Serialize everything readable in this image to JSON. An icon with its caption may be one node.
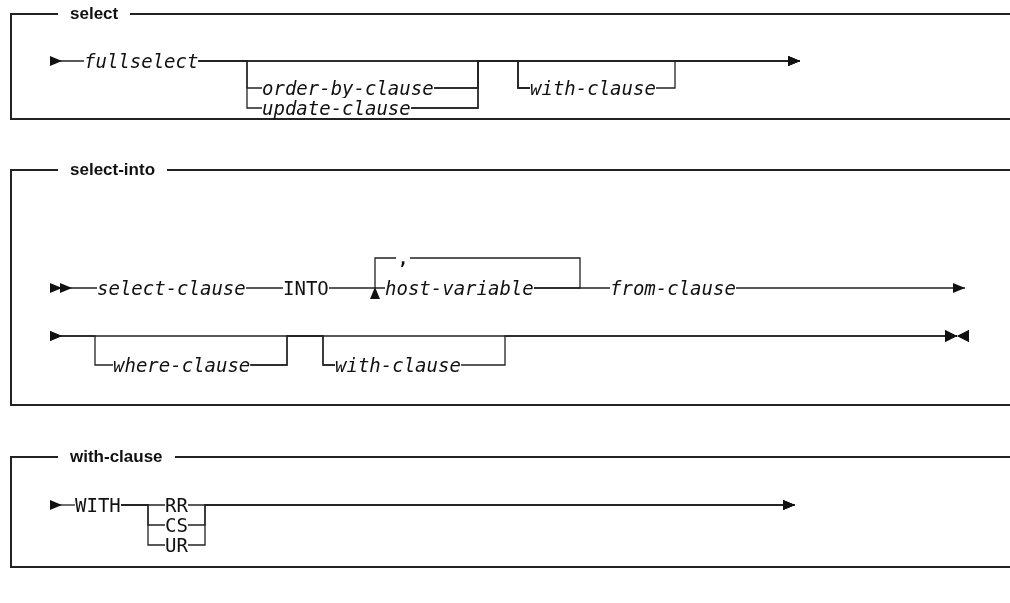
{
  "diagram": {
    "nodes": [
      {
        "text": [
          "select"
        ]
      },
      {
        "text": [
          "fullselect"
        ],
        "in": 0
      },
      {
        "text": [
          "order-by-clause"
        ],
        "in": 0
      },
      {
        "text": [
          "update-clause"
        ],
        "in": 0
      },
      {
        "text": [
          "with-clause"
        ],
        "in": 0
      },
      {
        "text": [
          "select-into"
        ]
      },
      {
        "text": [
          "select-clause"
        ],
        "in": 5
      },
      {
        "text": [
          "INTO"
        ],
        "in": 5
      },
      {
        "text": [
          "host-variable"
        ],
        "in": 5
      },
      {
        "text": [
          "from-clause"
        ],
        "in": 5
      },
      {
        "text": [
          "where-clause"
        ],
        "in": 5
      },
      {
        "text": [
          "with-clause"
        ],
        "in": 5
      },
      {
        "text": [
          "with-clause"
        ]
      },
      {
        "text": [
          "WITH"
        ],
        "in": 12
      },
      {
        "text": [
          "RR"
        ],
        "in": 12
      },
      {
        "text": [
          "CS"
        ],
        "in": 12
      },
      {
        "text": [
          "UR"
        ],
        "in": 12
      }
    ],
    "edges": [
      {
        "from": 1,
        "to": null,
        "arrow": "to"
      },
      {
        "from": 1,
        "to": 2,
        "arrow": "none"
      },
      {
        "from": 1,
        "to": 3,
        "arrow": "none"
      },
      {
        "from": 1,
        "to": 4,
        "arrow": "none"
      },
      {
        "from": 2,
        "to": 4,
        "arrow": "none"
      },
      {
        "from": 3,
        "to": 4,
        "arrow": "none"
      },
      {
        "from": 1,
        "to": null,
        "arrow": "to"
      },
      {
        "from": 2,
        "to": null,
        "arrow": "to"
      },
      {
        "from": 3,
        "to": null,
        "arrow": "to"
      },
      {
        "from": 4,
        "to": null,
        "arrow": "to"
      },
      {
        "from": 6,
        "to": null,
        "arrow": "to"
      },
      {
        "from": 6,
        "to": 7,
        "arrow": "none"
      },
      {
        "from": 7,
        "to": 8,
        "arrow": "none"
      },
      {
        "from": 8,
        "to": 8,
        "arrow": "to",
        "label": ","
      },
      {
        "from": 8,
        "to": 9,
        "arrow": "none"
      },
      {
        "from": 9,
        "to": null,
        "arrow": "to"
      },
      {
        "from": 10,
        "to": null,
        "arrow": "to"
      },
      {
        "from": 11,
        "to": null,
        "arrow": "to"
      },
      {
        "from": 10,
        "to": 11,
        "arrow": "none"
      },
      {
        "from": 10,
        "to": null,
        "arrow": "to"
      },
      {
        "from": 11,
        "to": null,
        "arrow": "to"
      },
      {
        "from": 13,
        "to": null,
        "arrow": "to"
      },
      {
        "from": 13,
        "to": 14,
        "arrow": "none"
      },
      {
        "from": 13,
        "to": 15,
        "arrow": "none"
      },
      {
        "from": 13,
        "to": 16,
        "arrow": "none"
      },
      {
        "from": 14,
        "to": null,
        "arrow": "to"
      },
      {
        "from": 15,
        "to": null,
        "arrow": "to"
      },
      {
        "from": 16,
        "to": null,
        "arrow": "to"
      }
    ]
  }
}
